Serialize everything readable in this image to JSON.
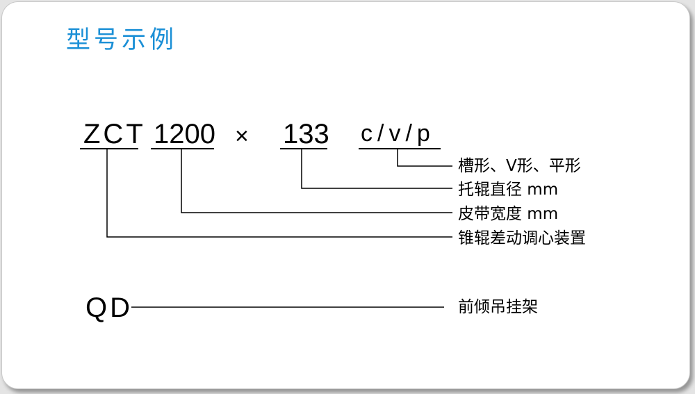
{
  "title": "型号示例",
  "example": {
    "series": "ZCT",
    "width": "1200",
    "times": "×",
    "diameter": "133",
    "form": "c/v/p"
  },
  "labels": {
    "form": "槽形、V形、平形",
    "diameter": "托辊直径 mm",
    "width": "皮带宽度 mm",
    "series": "锥辊差动调心装置"
  },
  "second": {
    "code": "QD",
    "label": "前倾吊挂架"
  }
}
